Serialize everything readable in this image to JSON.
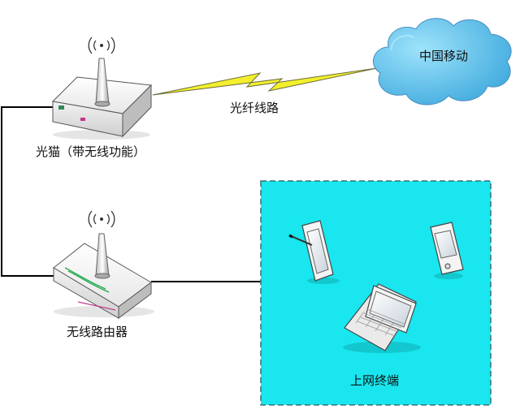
{
  "diagram": {
    "nodes": {
      "modem": {
        "label": "光猫（带无线功能）",
        "icon": "wireless-modem-icon"
      },
      "router": {
        "label": "无线路由器",
        "icon": "wireless-router-icon"
      },
      "cloud": {
        "label": "中国移动",
        "icon": "cloud-icon"
      },
      "terminals": {
        "label": "上网终端",
        "devices": [
          "tablet-icon",
          "pda-icon",
          "laptop-icon"
        ]
      }
    },
    "links": {
      "fiber": {
        "label": "光纤线路",
        "icon": "lightning-bolt-icon"
      }
    },
    "colors": {
      "terminal_area": "#19e6ee",
      "cloud": "#5ec2e8",
      "bolt": "#f3ef2c",
      "wire": "#000000"
    }
  }
}
